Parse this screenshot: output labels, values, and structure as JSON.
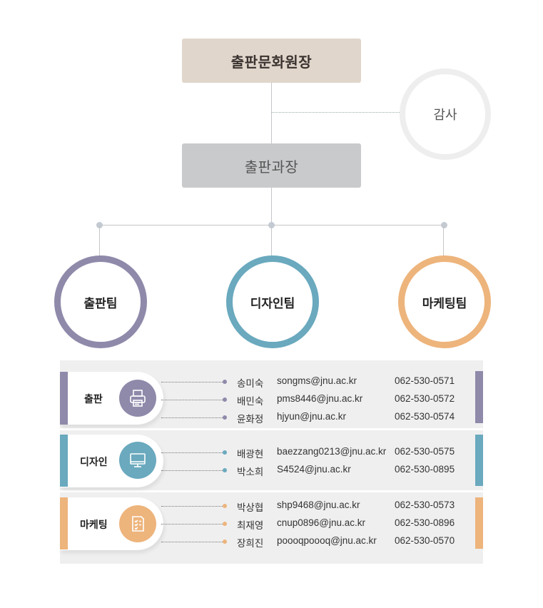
{
  "org": {
    "director": "출판문화원장",
    "auditor": "감사",
    "manager": "출판과장",
    "teams": [
      {
        "name": "출판팀",
        "color": "#8f8aaa"
      },
      {
        "name": "디자인팀",
        "color": "#6aa9be"
      },
      {
        "name": "마케팅팀",
        "color": "#edb47c"
      }
    ]
  },
  "directory": [
    {
      "label": "출판",
      "icon": "printer-icon",
      "color": "#8f8aaa",
      "members": [
        {
          "name": "송미숙",
          "email": "songms@jnu.ac.kr",
          "phone": "062-530-0571"
        },
        {
          "name": "배민숙",
          "email": "pms8446@jnu.ac.kr",
          "phone": "062-530-0572"
        },
        {
          "name": "윤화정",
          "email": "hjyun@jnu.ac.kr",
          "phone": "062-530-0574"
        }
      ]
    },
    {
      "label": "디자인",
      "icon": "monitor-icon",
      "color": "#6aa9be",
      "members": [
        {
          "name": "배광현",
          "email": "baezzang0213@jnu.ac.kr",
          "phone": "062-530-0575"
        },
        {
          "name": "박소희",
          "email": "S4524@jnu.ac.kr",
          "phone": "062-530-0895"
        }
      ]
    },
    {
      "label": "마케팅",
      "icon": "checklist-icon",
      "color": "#edb47c",
      "members": [
        {
          "name": "박상협",
          "email": "shp9468@jnu.ac.kr",
          "phone": "062-530-0573"
        },
        {
          "name": "최재영",
          "email": "cnup0896@jnu.ac.kr",
          "phone": "062-530-0896"
        },
        {
          "name": "장희진",
          "email": "poooqpoooq@jnu.ac.kr",
          "phone": "062-530-0570"
        }
      ]
    }
  ]
}
